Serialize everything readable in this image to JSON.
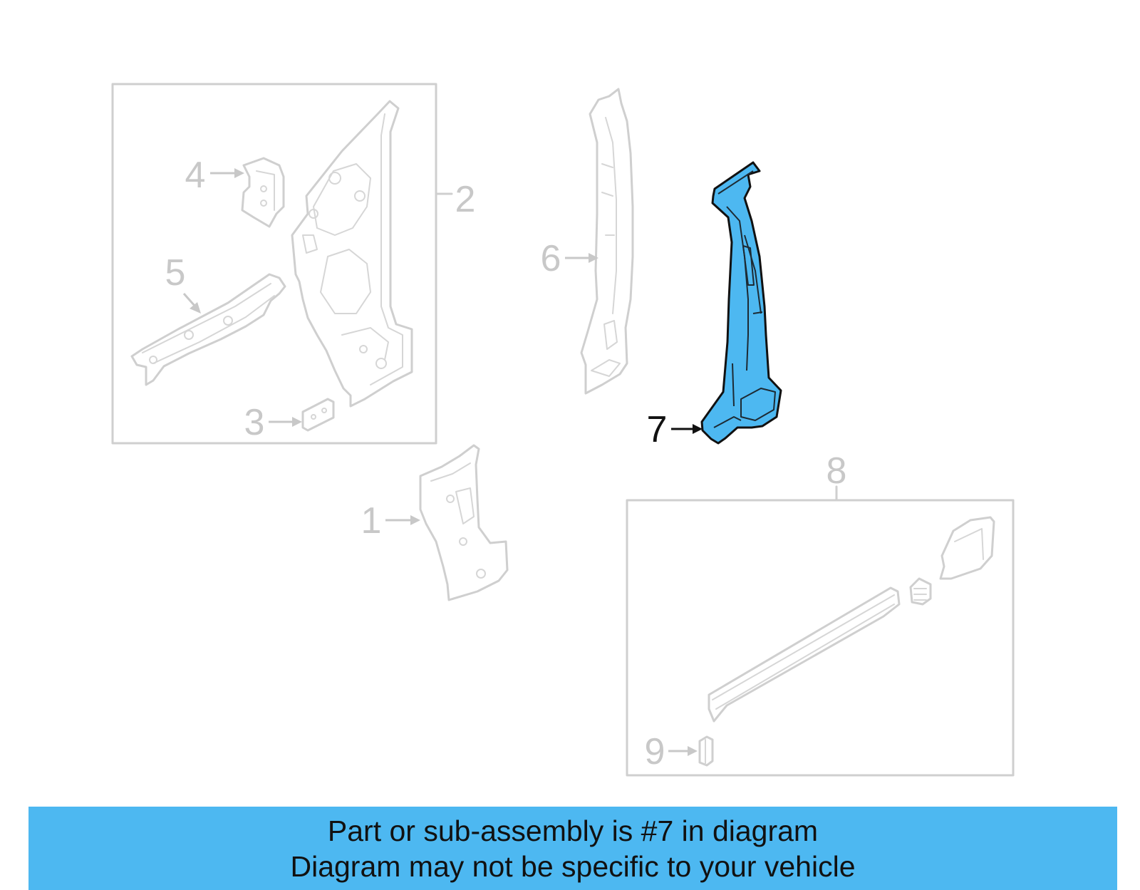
{
  "diagram": {
    "callouts": [
      {
        "id": "1",
        "label": "1"
      },
      {
        "id": "2",
        "label": "2"
      },
      {
        "id": "3",
        "label": "3"
      },
      {
        "id": "4",
        "label": "4"
      },
      {
        "id": "5",
        "label": "5"
      },
      {
        "id": "6",
        "label": "6"
      },
      {
        "id": "7",
        "label": "7"
      },
      {
        "id": "8",
        "label": "8"
      },
      {
        "id": "9",
        "label": "9"
      }
    ],
    "highlighted_part": "7",
    "colors": {
      "highlight": "#4db8f1",
      "ghost_lines": "#cfcfcf",
      "banner": "#4db8f1"
    }
  },
  "banner": {
    "line1": "Part or sub-assembly is #7 in diagram",
    "line2": "Diagram may not be specific to your vehicle"
  }
}
